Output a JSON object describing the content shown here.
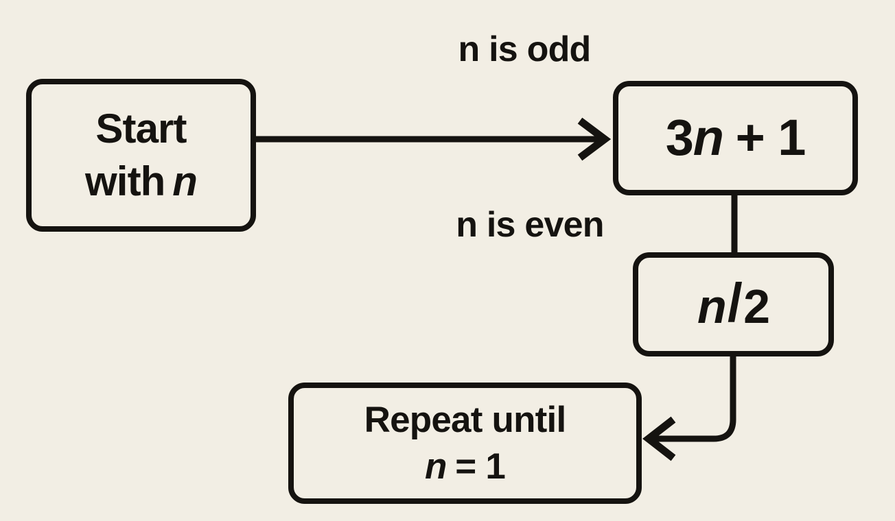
{
  "page": {
    "background": "#f2eee4",
    "ink": "#151310"
  },
  "nodes": {
    "start": {
      "line1": "Start",
      "line2_text": "with",
      "line2_var": "n"
    },
    "odd_op": {
      "coefficient": "3",
      "variable": "n",
      "suffix": "+ 1"
    },
    "even_op": {
      "variable": "n",
      "slash": "/",
      "denominator": "2"
    },
    "repeat": {
      "line1": "Repeat until",
      "variable": "n",
      "equals": "= 1"
    }
  },
  "edge_labels": {
    "odd": "n is odd",
    "even": "n is even"
  }
}
